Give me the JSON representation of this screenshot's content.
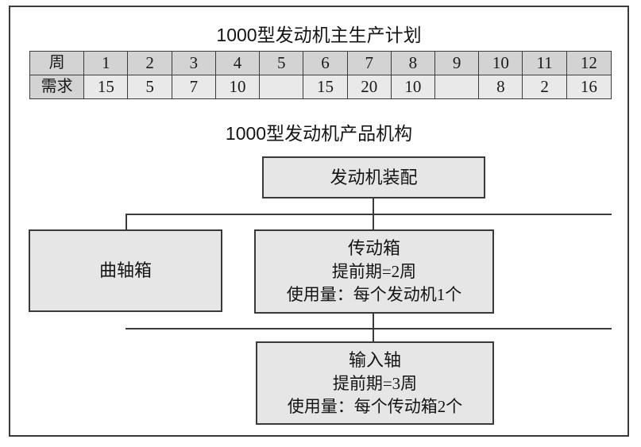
{
  "figure": {
    "mps_title": "1000型发动机主生产计划",
    "bom_title": "1000型发动机产品机构"
  },
  "mps_table": {
    "row_headers": [
      "周",
      "需求"
    ],
    "weeks": [
      "1",
      "2",
      "3",
      "4",
      "5",
      "6",
      "7",
      "8",
      "9",
      "10",
      "11",
      "12"
    ],
    "demand": [
      "15",
      "5",
      "7",
      "10",
      "",
      "15",
      "20",
      "10",
      "",
      "8",
      "2",
      "16"
    ]
  },
  "bom": {
    "engine": {
      "name": "发动机装配"
    },
    "crankcase": {
      "name": "曲轴箱"
    },
    "gearbox": {
      "name": "传动箱",
      "lead_time": "提前期=2周",
      "usage": "使用量：每个发动机1个"
    },
    "input_shaft": {
      "name": "输入轴",
      "lead_time": "提前期=3周",
      "usage": "使用量：每个传动箱2个"
    }
  },
  "colors": {
    "border": "#3a3a3a",
    "node_fill": "#e6e6e6",
    "header_fill": "#d3d3d3",
    "cell_fill": "#e9e9e9",
    "text": "#141414"
  }
}
